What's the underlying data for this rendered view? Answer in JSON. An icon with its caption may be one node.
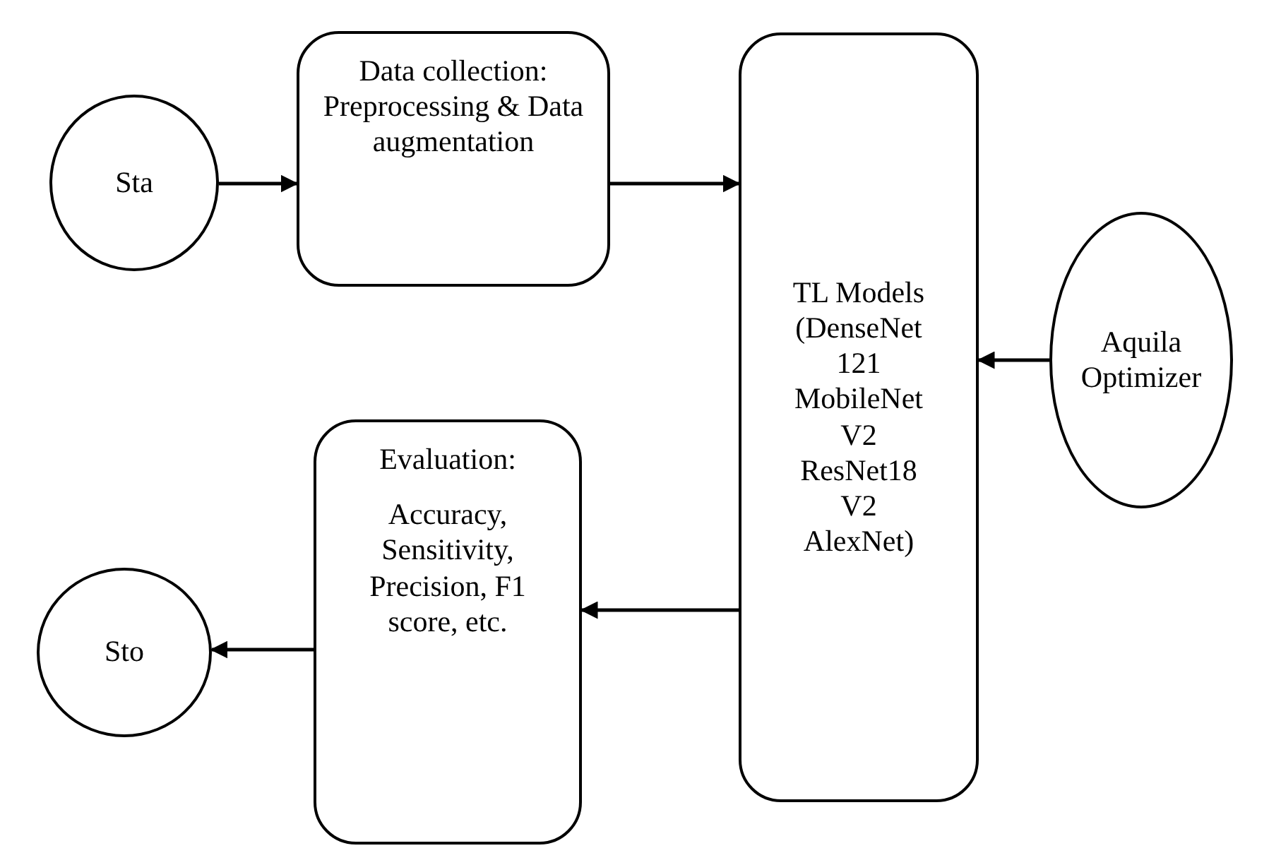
{
  "diagram": {
    "nodes": [
      {
        "text": [
          "Sta"
        ]
      },
      {
        "text": [
          "Data collection: Preprocessing & Data augmentation"
        ]
      },
      {
        "text": [
          "TL Models (DenseNet 121 MobileNet V2 ResNet18 V2 AlexNet)"
        ]
      },
      {
        "text": [
          "Aquila Optimizer"
        ]
      },
      {
        "text": [
          "Evaluation:",
          "Accuracy, Sensitivity, Precision, F1 score, etc."
        ]
      },
      {
        "text": [
          "Sto"
        ]
      }
    ],
    "edges": [
      {
        "from": 0,
        "to": 1,
        "arrow": "to"
      },
      {
        "from": 1,
        "to": 2,
        "arrow": "to"
      },
      {
        "from": 3,
        "to": 2,
        "arrow": "to"
      },
      {
        "from": 2,
        "to": 4,
        "arrow": "to"
      },
      {
        "from": 4,
        "to": 5,
        "arrow": "to"
      }
    ]
  }
}
